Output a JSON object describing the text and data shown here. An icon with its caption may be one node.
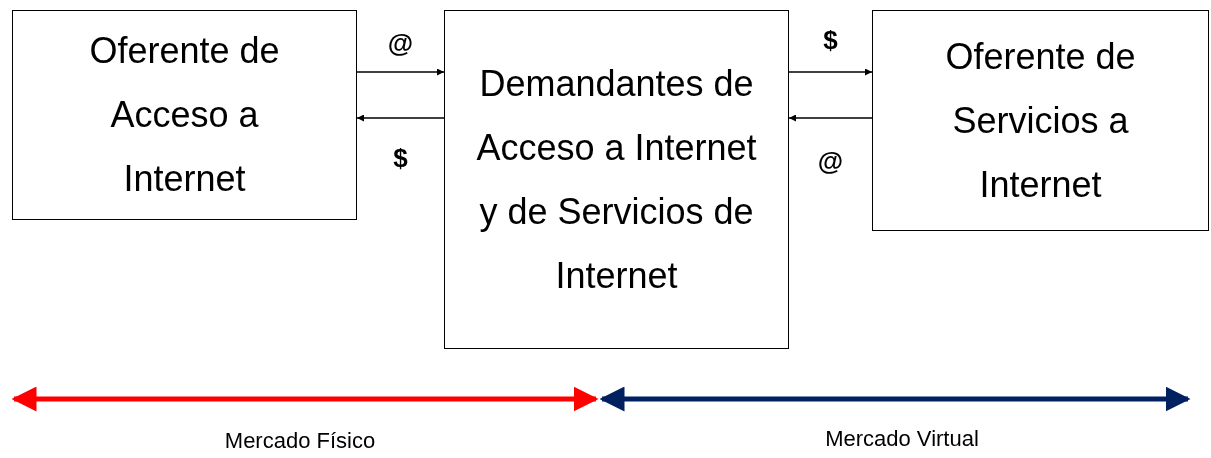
{
  "diagram": {
    "nodes": [
      {
        "text": [
          "Oferente de Acceso a Internet"
        ]
      },
      {
        "text": [
          "Demandantes de Acceso a Internet y de Servicios de Internet"
        ]
      },
      {
        "text": [
          "Oferente de Servicios a Internet"
        ]
      }
    ],
    "edges": [
      {
        "from": 0,
        "to": 1,
        "arrow": "to",
        "label": "@"
      },
      {
        "from": 1,
        "to": 0,
        "arrow": "to",
        "label": "$"
      },
      {
        "from": 1,
        "to": 2,
        "arrow": "to",
        "label": "$"
      },
      {
        "from": 2,
        "to": 1,
        "arrow": "to",
        "label": "@"
      }
    ],
    "labels": [
      "Mercado Físico",
      "Mercado Virtual"
    ]
  }
}
